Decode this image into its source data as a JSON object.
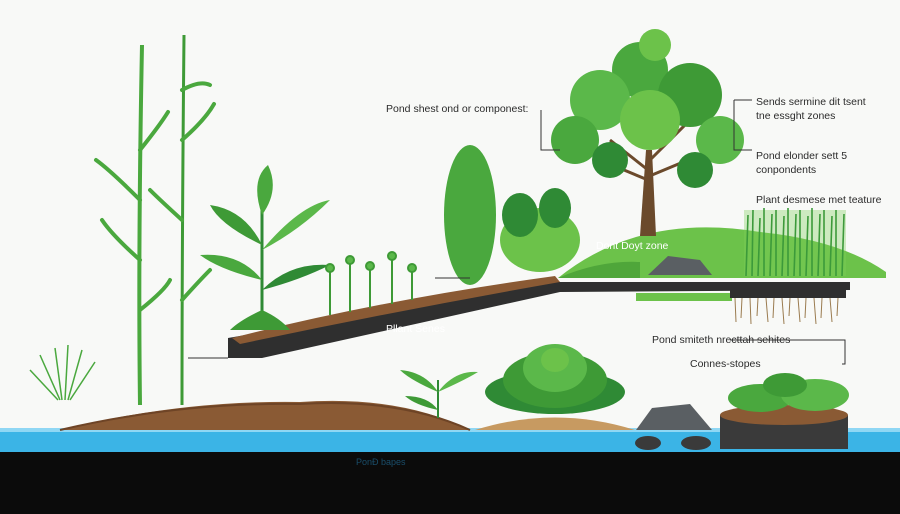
{
  "labels": {
    "pond_sheet": "Pond shest ond or componest:",
    "zones_line1": "Sends sermine dit tsent",
    "zones_line2": "tne essght zones",
    "elonder_line1": "Pond elonder sett 5",
    "elonder_line2": "conpondents",
    "plant_texture": "Plant desmese met teature",
    "dont_zone": "Dont Doyt zone",
    "plant_senes": "Pllant Senes",
    "smitech": "Pond smiteth nrecttah sehites",
    "cones": "Connes-stopes",
    "pond_bottom": "PonĐ bapes"
  },
  "colors": {
    "water": "#3bb4e6",
    "water_deep": "#1f8fc4",
    "soil": "#8a5a34",
    "liner": "#2f2f2f",
    "leaf_light": "#6cc24a",
    "leaf_dark": "#2f8a35",
    "bark": "#6b4a2c",
    "ground_dark": "#0b0b0b"
  }
}
